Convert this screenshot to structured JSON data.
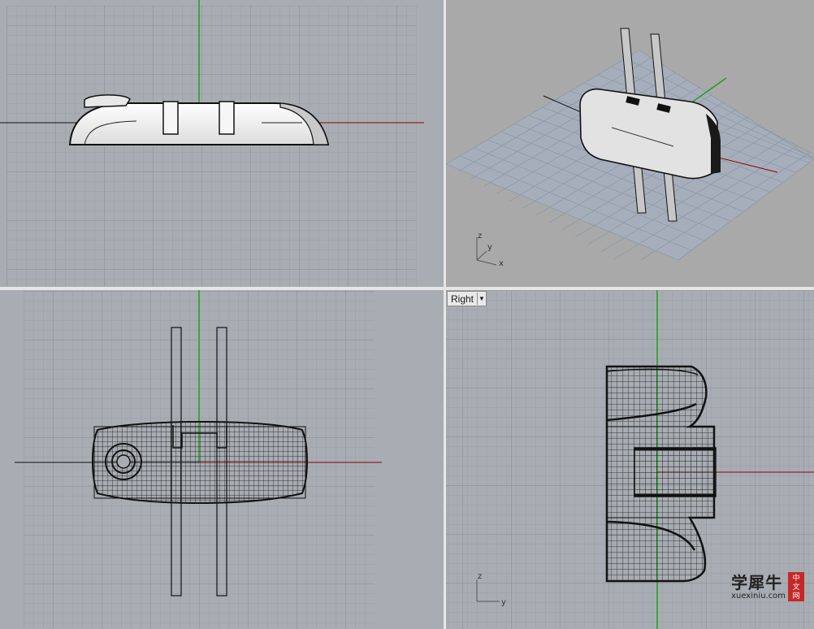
{
  "viewports": {
    "top_left": {
      "name": ""
    },
    "top_right": {
      "name": "",
      "axis_labels": {
        "z": "z",
        "y": "y",
        "x": "x"
      }
    },
    "bottom_left": {
      "name": ""
    },
    "bottom_right": {
      "name": "Right",
      "dropdown_icon": "chevron-down-icon",
      "axis_labels": {
        "z": "z",
        "y": "y"
      }
    }
  },
  "watermark": {
    "text": "学犀牛",
    "url": "xuexiniu.com",
    "badge": [
      "中",
      "文",
      "网"
    ]
  },
  "colors": {
    "viewport_bg": "#a8adb3",
    "perspective_bg": "#a9a9a9",
    "grid_minor": "#9aa0a6",
    "grid_major": "#8a9096",
    "axis_x": "#8b0000",
    "axis_y": "#1f9e1f",
    "model_fill": "#f4f4f4",
    "wire": "#111111"
  }
}
